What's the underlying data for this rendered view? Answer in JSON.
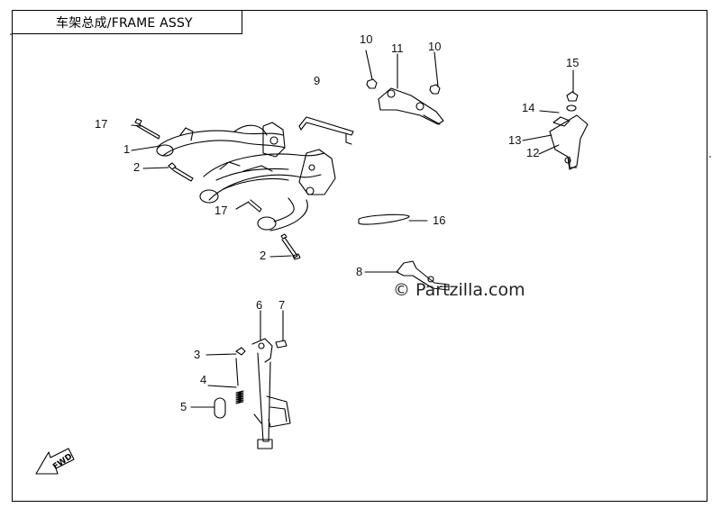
{
  "title": "车架总成/FRAME ASSY",
  "watermark": "© Partzilla.com",
  "fwd_label": "FWD",
  "callouts": {
    "c1": "1",
    "c2a": "2",
    "c2b": "2",
    "c3": "3",
    "c4": "4",
    "c5": "5",
    "c6": "6",
    "c7": "7",
    "c8": "8",
    "c9": "9",
    "c10a": "10",
    "c10b": "10",
    "c11": "11",
    "c12": "12",
    "c13": "13",
    "c14": "14",
    "c15": "15",
    "c16": "16",
    "c17a": "17",
    "c17b": "17"
  }
}
